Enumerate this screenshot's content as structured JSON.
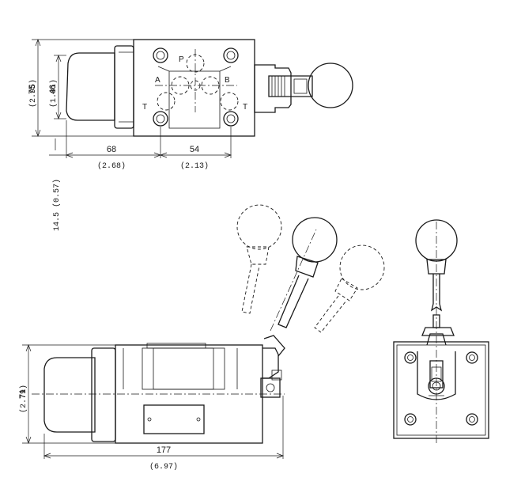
{
  "ports": {
    "p": "P",
    "a": "A",
    "b": "B",
    "t_left": "T",
    "t_right": "T"
  },
  "dimensions": {
    "height_overall": {
      "mm": "75",
      "inch": "(2.95)"
    },
    "height_port_pitch": {
      "mm": "46",
      "inch": "(1.81)"
    },
    "operator_length": {
      "mm": "68",
      "inch": "(2.68)"
    },
    "body_length": {
      "mm": "54",
      "inch": "(2.13)"
    },
    "offset": {
      "text": "14.5 (0.57)"
    },
    "side_height": {
      "mm": "71",
      "inch": "(2.79)"
    },
    "length_overall": {
      "mm": "177",
      "inch": "(6.97)"
    }
  }
}
